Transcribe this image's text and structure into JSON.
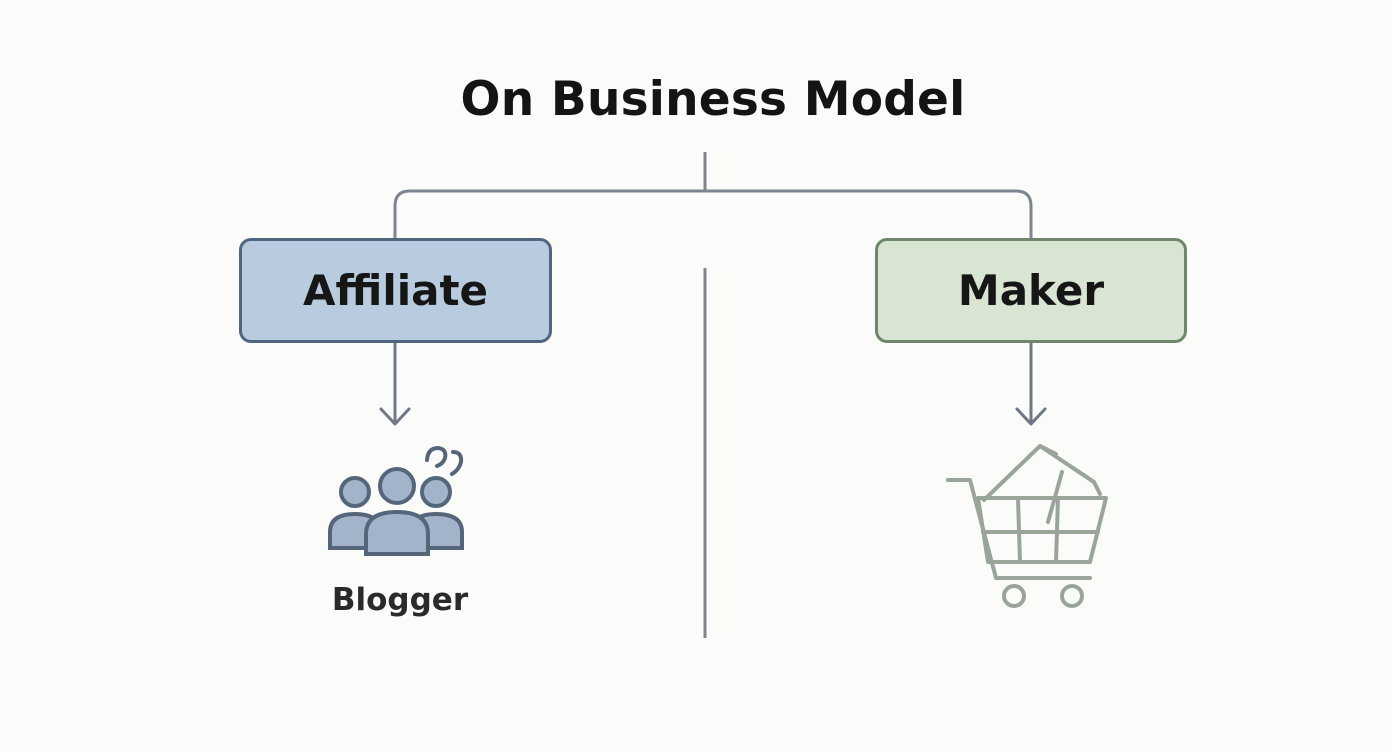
{
  "title": "On Business Model",
  "colors": {
    "connector": "#7d8590",
    "affiliate_fill": "#b9ccdf",
    "affiliate_border": "#4f6680",
    "maker_fill": "#d8e5d3",
    "maker_border": "#6e876a",
    "people_icon_fill": "#a3b4ca",
    "people_icon_stroke": "#56667a",
    "cart_icon_stroke": "#9aa59a"
  },
  "branches": [
    {
      "label": "Affiliate",
      "icon": "people-group-icon",
      "caption": "Blogger"
    },
    {
      "label": "Maker",
      "icon": "shopping-cart-icon",
      "caption": ""
    }
  ]
}
